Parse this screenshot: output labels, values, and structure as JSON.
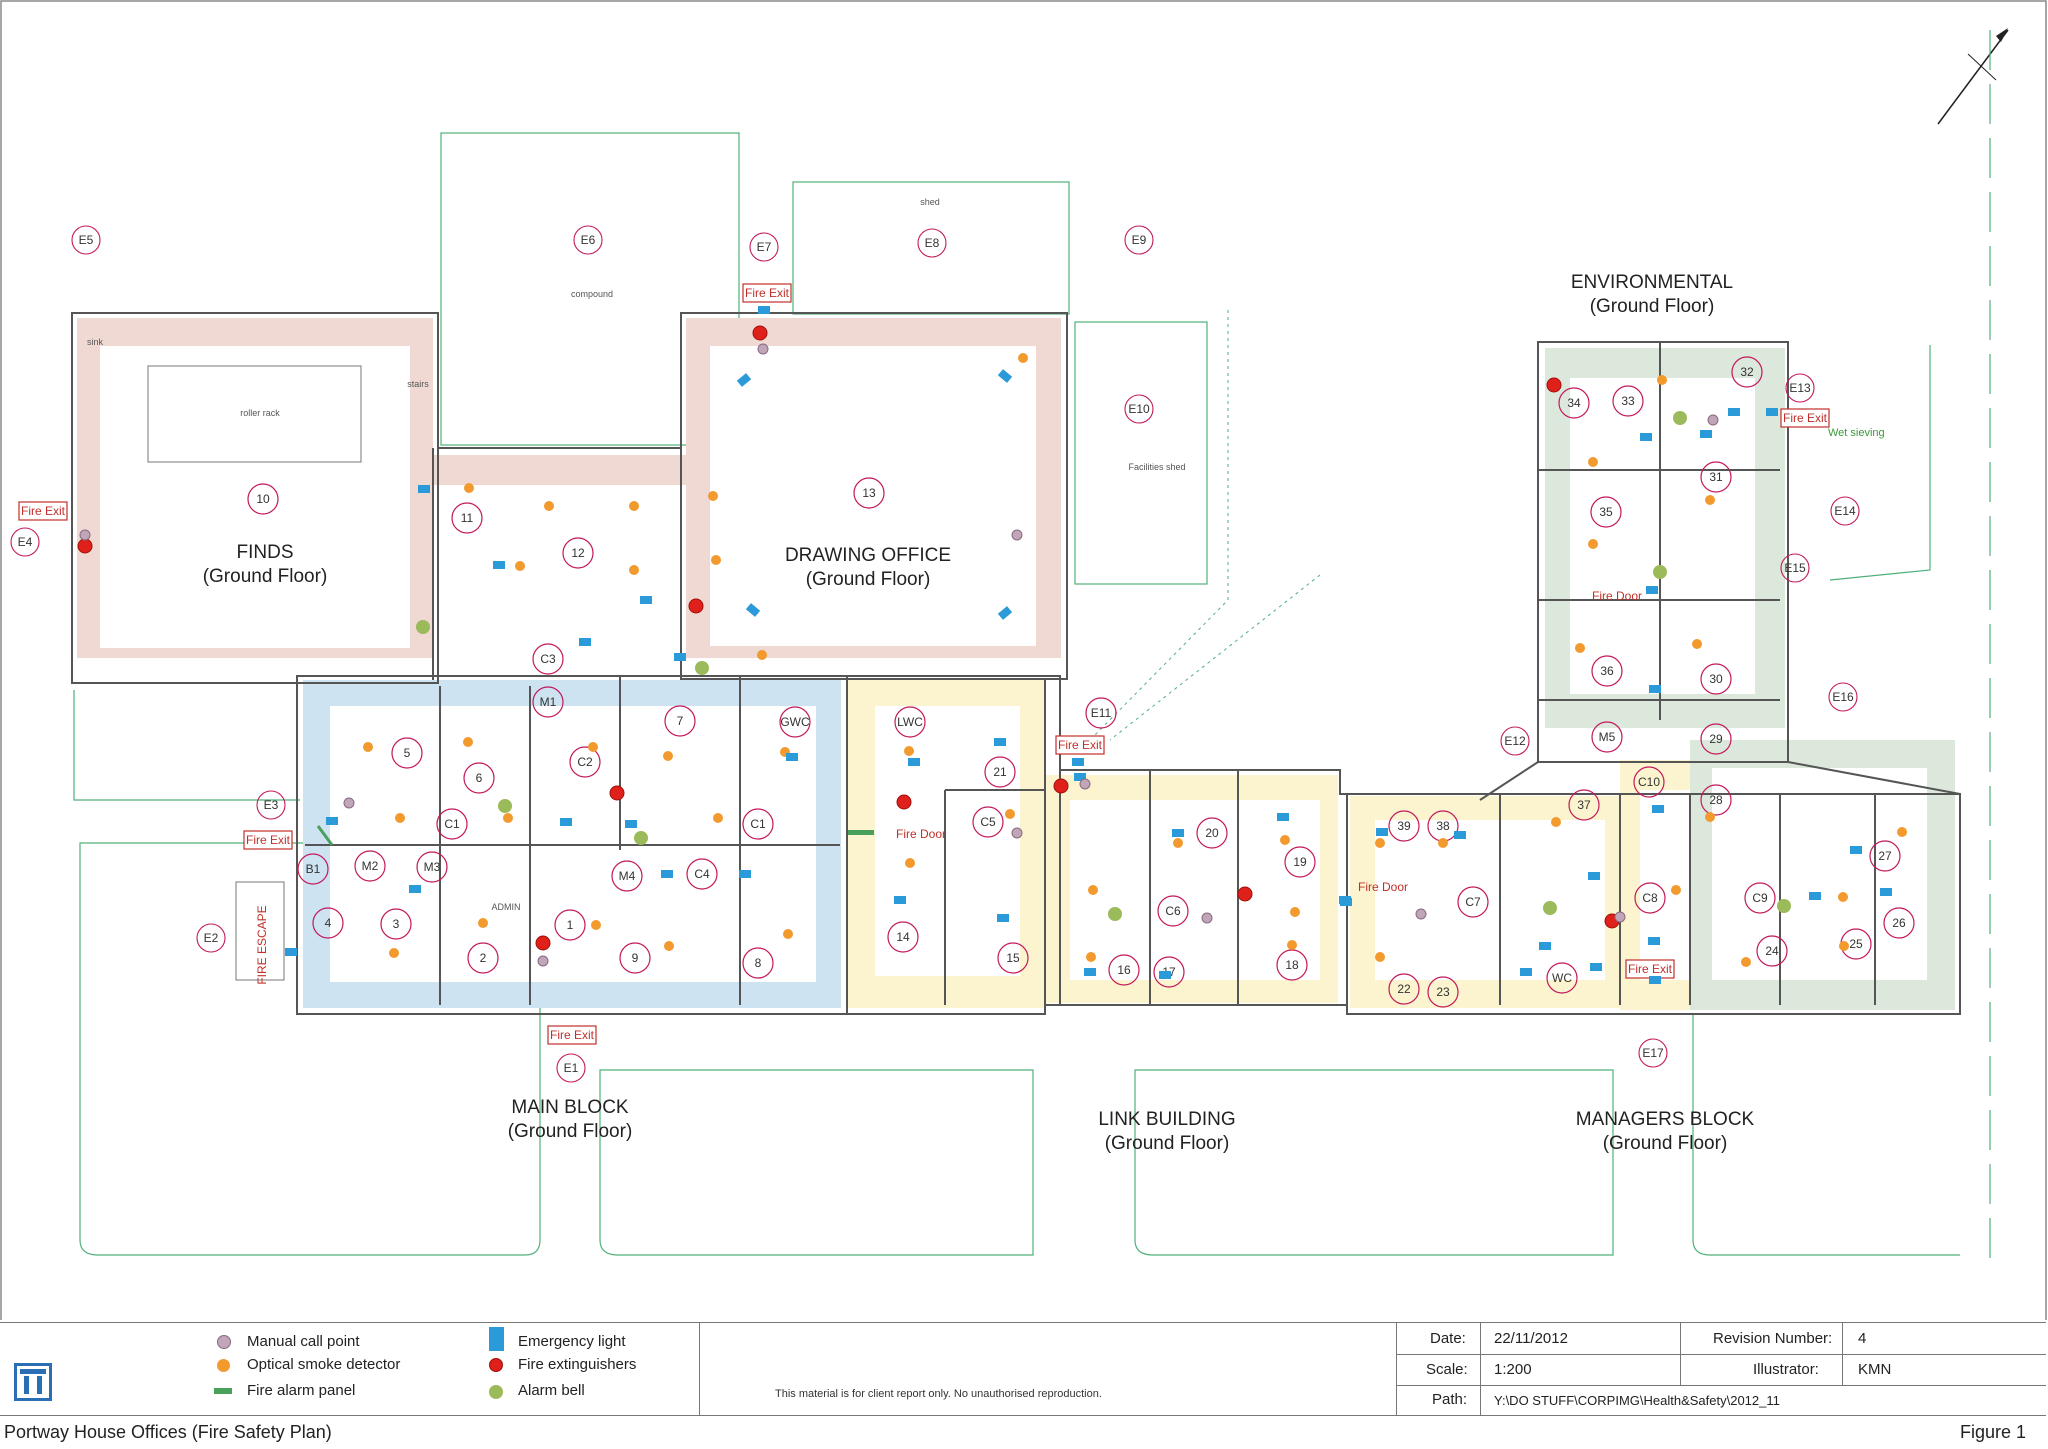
{
  "blocks": [
    {
      "id": "finds",
      "name": "FINDS",
      "floor": "(Ground Floor)"
    },
    {
      "id": "drawing",
      "name": "DRAWING OFFICE",
      "floor": "(Ground Floor)"
    },
    {
      "id": "environmental",
      "name": "ENVIRONMENTAL",
      "floor": "(Ground Floor)"
    },
    {
      "id": "main",
      "name": "MAIN BLOCK",
      "floor": "(Ground Floor)"
    },
    {
      "id": "link",
      "name": "LINK BUILDING",
      "floor": "(Ground Floor)"
    },
    {
      "id": "managers",
      "name": "MANAGERS BLOCK",
      "floor": "(Ground Floor)"
    }
  ],
  "areas": {
    "compound": "compound",
    "shed": "shed",
    "facilities_shed": "Facilities shed",
    "roller_rack": "roller rack",
    "sink": "sink",
    "stairs": "stairs",
    "admin": "ADMIN",
    "fire_escape": "FIRE ESCAPE",
    "wet_sieving": "Wet sieving"
  },
  "fire_exit": "Fire Exit",
  "fire_door": "Fire Door",
  "rooms": [
    "10",
    "11",
    "12",
    "13",
    "C3",
    "M1",
    "5",
    "6",
    "C2",
    "7",
    "GWC",
    "LWC",
    "21",
    "E11",
    "C1",
    "C1",
    "C5",
    "20",
    "19",
    "B1",
    "M2",
    "M3",
    "M4",
    "C4",
    "4",
    "3",
    "2",
    "1",
    "9",
    "8",
    "14",
    "15",
    "16",
    "17",
    "C6",
    "18",
    "39",
    "38",
    "37",
    "C7",
    "22",
    "23",
    "WC",
    "34",
    "33",
    "32",
    "35",
    "31",
    "36",
    "30",
    "M5",
    "29",
    "C10",
    "28",
    "27",
    "C8",
    "C9",
    "24",
    "25",
    "26"
  ],
  "externals": [
    "E5",
    "E6",
    "E7",
    "E8",
    "E9",
    "E10",
    "E13",
    "E14",
    "E15",
    "E16",
    "E12",
    "E4",
    "E3",
    "E2",
    "E1",
    "E17"
  ],
  "legend": {
    "manual_call_point": "Manual call point",
    "smoke_detector": "Optical smoke detector",
    "alarm_panel": "Fire alarm panel",
    "emergency_light": "Emergency light",
    "extinguishers": "Fire extinguishers",
    "alarm_bell": "Alarm bell"
  },
  "notice": "This material is for client report only. No unauthorised reproduction.",
  "titleblock": {
    "date_label": "Date:",
    "date": "22/11/2012",
    "revision_label": "Revision Number:",
    "revision": "4",
    "scale_label": "Scale:",
    "scale": "1:200",
    "illustrator_label": "Illustrator:",
    "illustrator": "KMN",
    "path_label": "Path:",
    "path": "Y:\\DO STUFF\\CORPIMG\\Health&Safety\\2012_11"
  },
  "footer": {
    "title": "Portway House Offices (Fire Safety Plan)",
    "figure": "Figure 1"
  },
  "colors": {
    "finds_fill": "#f0d9d2",
    "main_fill": "#cde3f1",
    "link_fill": "#fbf4cf",
    "managers_fill": "#dde8dd",
    "circle": "#c2185b",
    "exit": "#c0302a",
    "smoke": "#f39a2f",
    "light": "#2b9ad8",
    "bell": "#9bba5a",
    "callpoint": "#c0a6b8",
    "panel": "#48a05a"
  }
}
